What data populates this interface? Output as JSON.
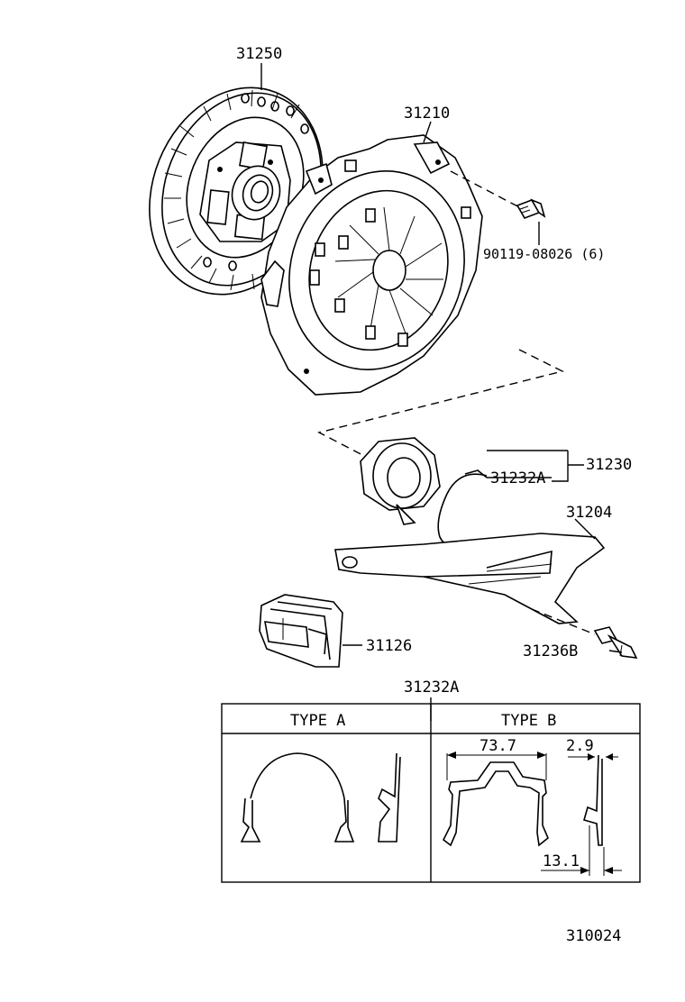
{
  "callouts": {
    "clutch_disc": "31250",
    "clutch_cover": "31210",
    "bolt": "90119-08026 (6)",
    "release_bearing_assy": "31230",
    "clip_main": "31232A",
    "release_fork": "31204",
    "fork_support": "31236B",
    "boot": "31126"
  },
  "detail_table": {
    "title": "31232A",
    "type_a_label": "TYPE  A",
    "type_b_label": "TYPE  B",
    "dim_width": "73.7",
    "dim_small": "2.9",
    "dim_depth": "13.1"
  },
  "illustration_number": "310024"
}
